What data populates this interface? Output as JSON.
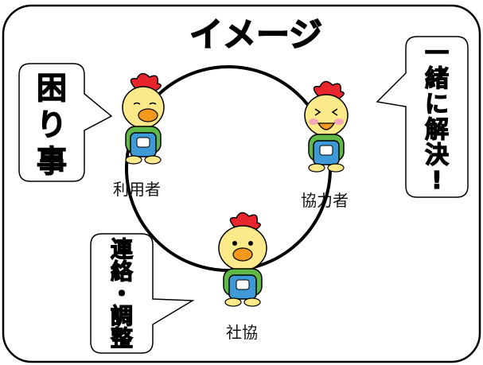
{
  "title": "イメージ",
  "nodes": {
    "user": "利用者",
    "partner": "協力者",
    "council": "社協"
  },
  "bubbles": {
    "trouble": [
      "困",
      "り",
      "事"
    ],
    "solve": [
      "一",
      "緒",
      "に",
      "解",
      "決",
      "!"
    ],
    "contact": [
      "連",
      "絡",
      "・",
      "調",
      "整"
    ]
  },
  "colors": {
    "chick_body": "#fbe98a",
    "comb": "#e8242c",
    "beak": "#f39a1e",
    "shirt": "#5fb847",
    "overalls": "#3d9ad6",
    "cheek": "#f5a8b8"
  }
}
